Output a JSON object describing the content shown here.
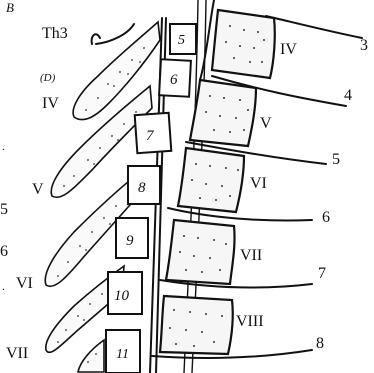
{
  "panel_label": "B",
  "level_label": "Th3",
  "d_label": "(D)",
  "spinous_numbers": [
    "5",
    "6",
    "7",
    "8",
    "9",
    "10",
    "11"
  ],
  "body_numerals": [
    "IV",
    "V",
    "VI",
    "VII",
    "VIII"
  ],
  "right_numbers": [
    "3",
    "4",
    "5",
    "6",
    "7",
    "8"
  ],
  "left_numerals": [
    "IV",
    "V",
    "VI",
    "VII"
  ],
  "edge_marks": [
    "5",
    "6"
  ]
}
